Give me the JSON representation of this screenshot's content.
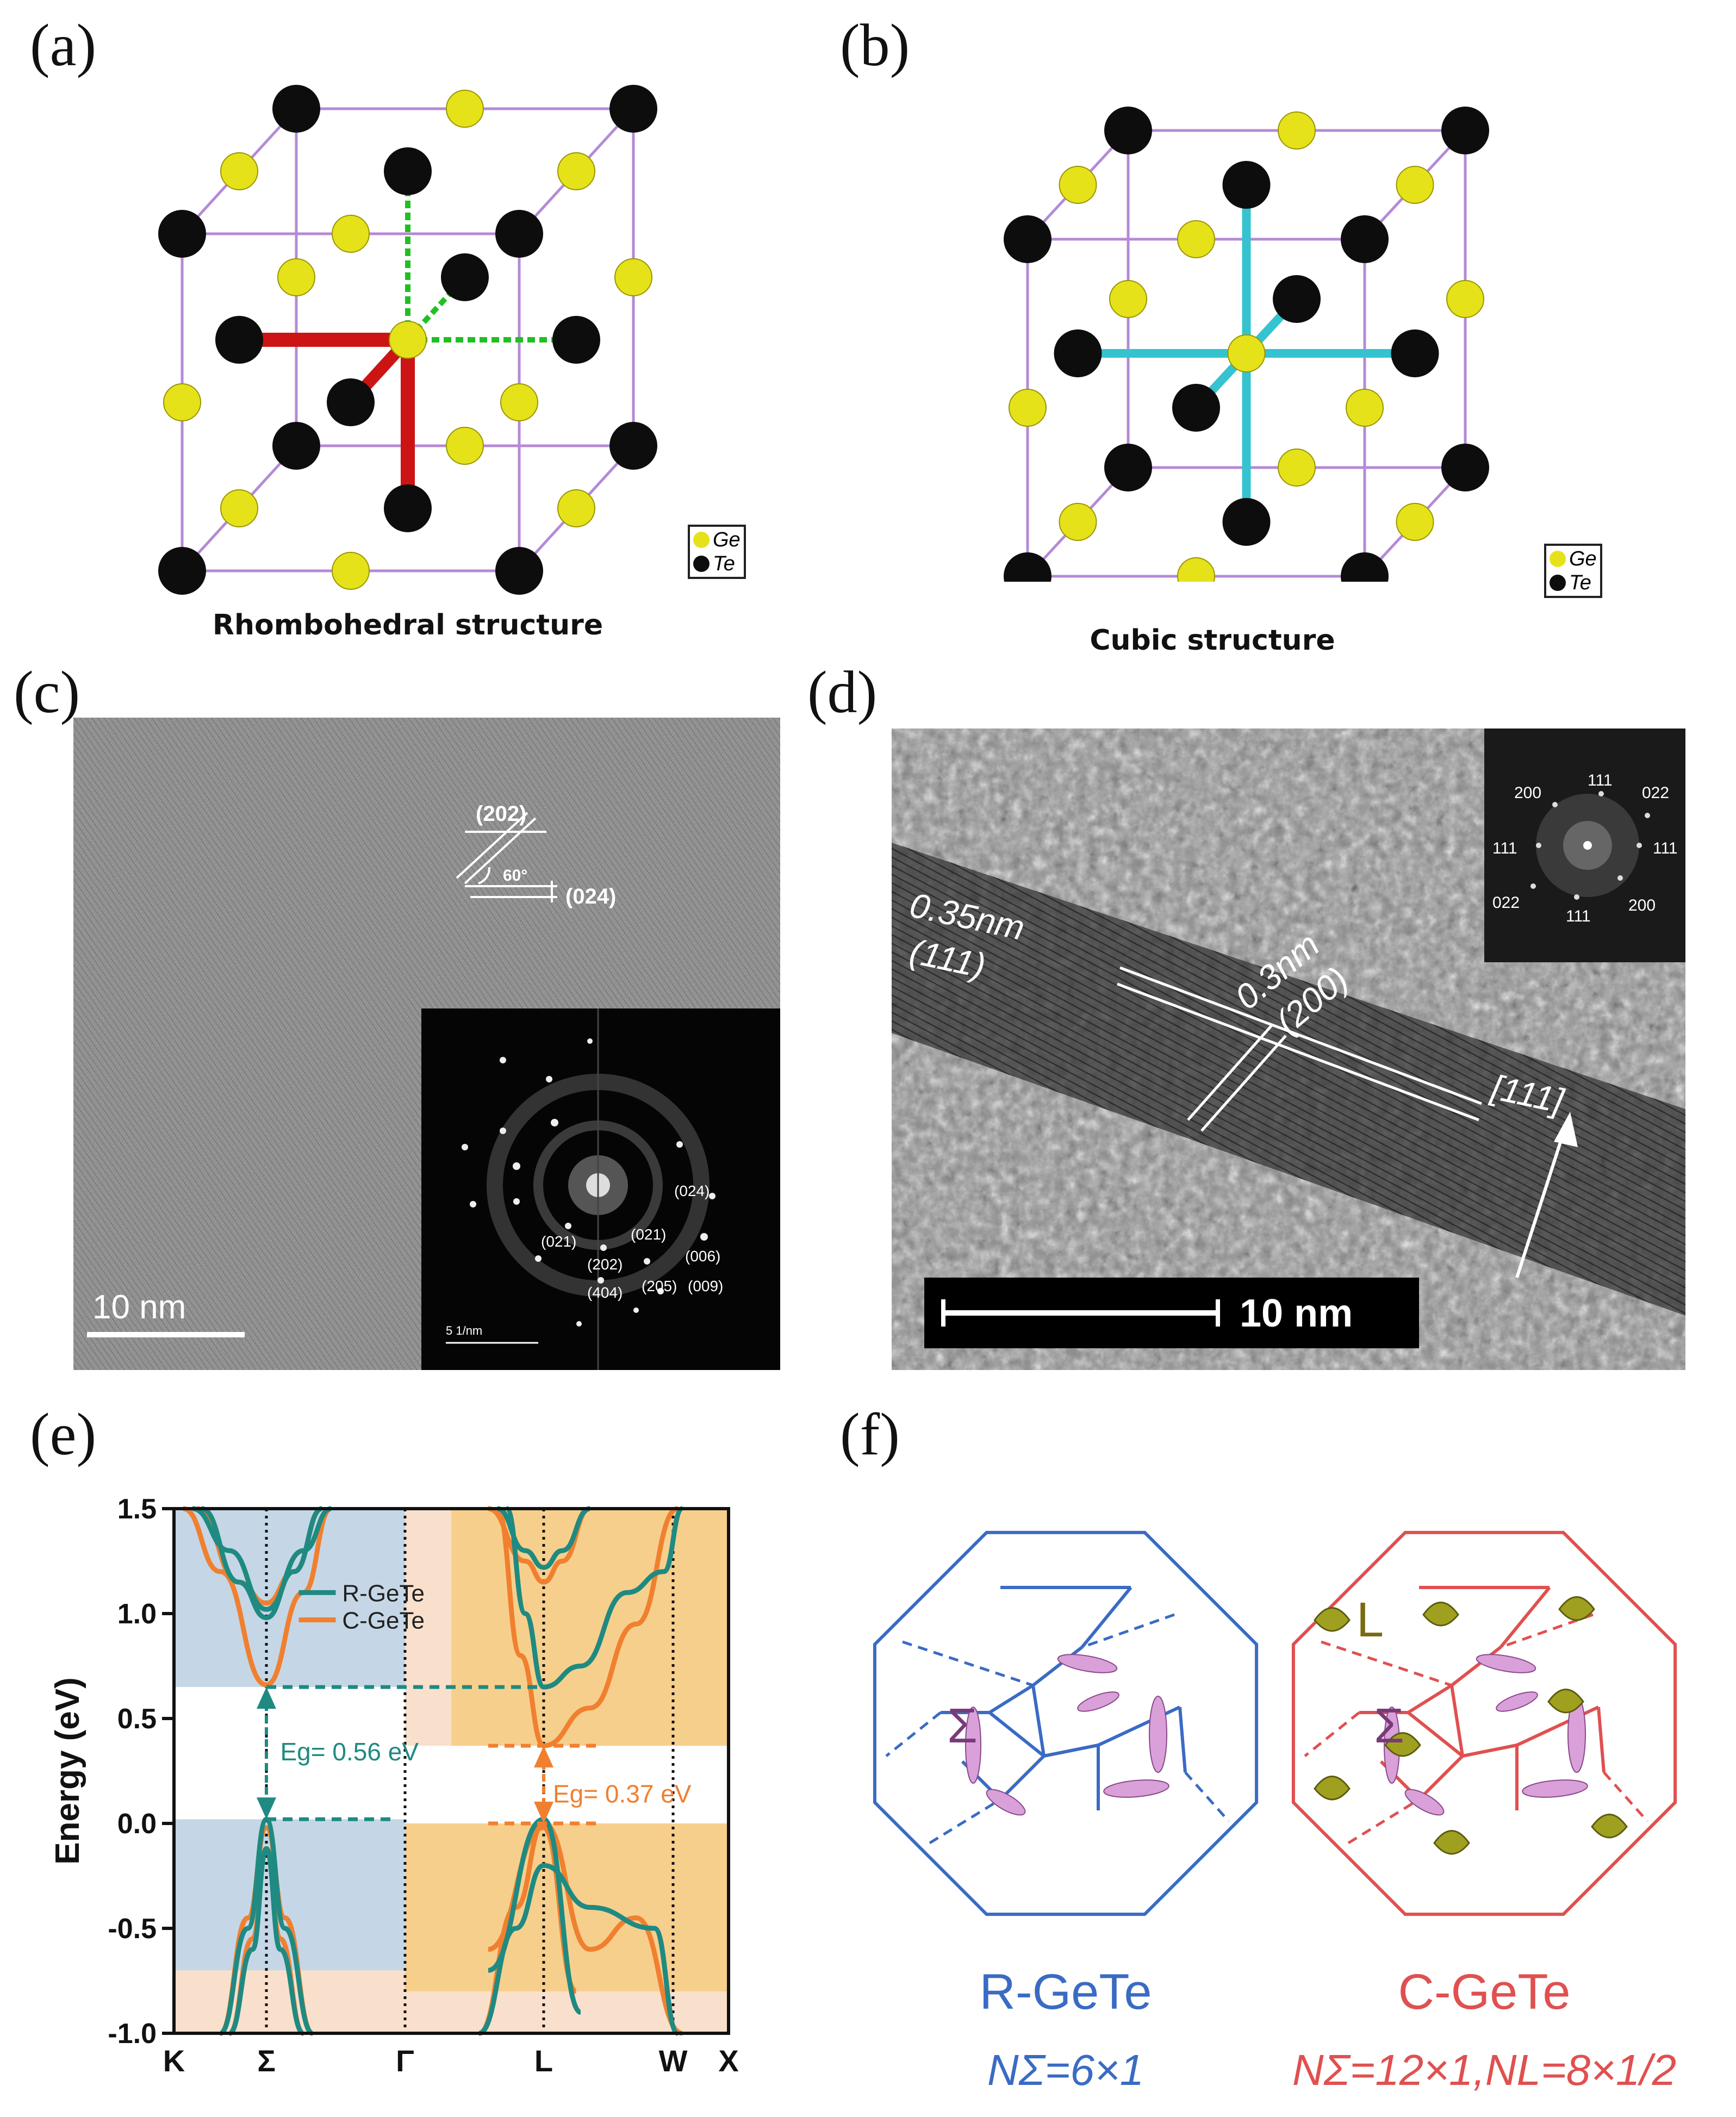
{
  "panels": {
    "a": {
      "letter": "(a)",
      "caption": "Rhombohedral structure",
      "legend": [
        "Ge",
        "Te"
      ]
    },
    "b": {
      "letter": "(b)",
      "caption": "Cubic structure",
      "legend": [
        "Ge",
        "Te"
      ]
    },
    "c": {
      "letter": "(c)",
      "planes": [
        "(202)",
        "(024)"
      ],
      "angle": "60°",
      "scalebar": "10 nm",
      "inset_scalebar": "5 1/nm",
      "spots": [
        "(024)",
        "(021)",
        "(021)",
        "(006)",
        "(202)",
        "(404)",
        "(205)",
        "(009)"
      ]
    },
    "d": {
      "letter": "(d)",
      "spacing1": "0.35nm",
      "plane1": "(111)",
      "spacing2": "0.3nm",
      "plane2": "(200)",
      "direction": "[111]",
      "scalebar": "10 nm",
      "inset_spots": [
        "200",
        "111",
        "022",
        "111",
        "111",
        "022",
        "111",
        "200"
      ]
    },
    "e": {
      "letter": "(e)"
    },
    "f": {
      "letter": "(f)",
      "bz_left_label": "R-GeTe",
      "bz_right_label": "C-GeTe",
      "sigma": "Σ",
      "L": "L",
      "left_formula": "NΣ=6×1",
      "right_formula": "NΣ=12×1,NL=8×1/2"
    }
  },
  "colors": {
    "ge": "#e6e21a",
    "te": "#0d0d0d",
    "bond_purple": "#b48ad6",
    "red_bond": "#cc1414",
    "green_bond": "#20c020",
    "cyan_bond": "#35c3d0",
    "r_gete": "#1f8a82",
    "c_gete": "#f08030",
    "bz_blue": "#3a6bc4",
    "bz_red": "#e05050"
  },
  "chart_data": {
    "type": "line",
    "title": "",
    "xlabel": "",
    "ylabel": "Energy (eV)",
    "ylim": [
      -1.0,
      1.5
    ],
    "yticks": [
      "1.5",
      "1.0",
      "0.5",
      "0.0",
      "-0.5",
      "-1.0"
    ],
    "kpoints": [
      "K",
      "Σ",
      "Γ",
      "L",
      "W",
      "X"
    ],
    "legend": [
      "R-GeTe",
      "C-GeTe"
    ],
    "gap_labels": [
      {
        "text": "Eg= 0.56 eV",
        "series": "R-GeTe",
        "value": 0.56
      },
      {
        "text": "Eg= 0.37 eV",
        "series": "C-GeTe",
        "value": 0.37
      }
    ],
    "series": [
      {
        "name": "R-GeTe",
        "bands": [
          [
            [
              0.2,
              1.5
            ],
            [
              0.6,
              1.3
            ],
            [
              1.0,
              1.02
            ],
            [
              1.4,
              1.3
            ],
            [
              1.7,
              1.5
            ]
          ],
          [
            [
              0.3,
              1.5
            ],
            [
              0.7,
              1.15
            ],
            [
              1.0,
              0.98
            ],
            [
              1.3,
              1.2
            ],
            [
              1.6,
              1.5
            ]
          ],
          [
            [
              0.5,
              -1.0
            ],
            [
              0.8,
              -0.5
            ],
            [
              1.0,
              0.02
            ],
            [
              1.2,
              -0.5
            ],
            [
              1.5,
              -1.0
            ]
          ],
          [
            [
              0.6,
              -1.0
            ],
            [
              0.85,
              -0.6
            ],
            [
              1.0,
              -0.12
            ],
            [
              1.15,
              -0.6
            ],
            [
              1.4,
              -1.0
            ]
          ],
          [
            [
              3.6,
              1.5
            ],
            [
              3.8,
              1.0
            ],
            [
              4.0,
              0.65
            ],
            [
              4.4,
              0.75
            ],
            [
              4.9,
              1.1
            ],
            [
              5.3,
              1.2
            ],
            [
              5.5,
              1.5
            ]
          ],
          [
            [
              3.5,
              1.5
            ],
            [
              3.8,
              1.3
            ],
            [
              4.0,
              1.22
            ],
            [
              4.2,
              1.3
            ],
            [
              4.5,
              1.5
            ]
          ],
          [
            [
              3.3,
              -1.0
            ],
            [
              3.7,
              -0.5
            ],
            [
              4.0,
              -0.2
            ],
            [
              4.5,
              -0.4
            ],
            [
              5.2,
              -0.5
            ],
            [
              5.45,
              -1.0
            ]
          ],
          [
            [
              3.4,
              -0.7
            ],
            [
              4.0,
              0.02
            ],
            [
              4.4,
              -0.9
            ]
          ]
        ]
      },
      {
        "name": "C-GeTe",
        "bands": [
          [
            [
              0.1,
              1.5
            ],
            [
              0.5,
              1.2
            ],
            [
              1.0,
              0.66
            ],
            [
              1.4,
              1.1
            ],
            [
              1.7,
              1.5
            ]
          ],
          [
            [
              0.25,
              1.5
            ],
            [
              0.7,
              1.15
            ],
            [
              1.0,
              1.05
            ],
            [
              1.3,
              1.2
            ],
            [
              1.6,
              1.5
            ]
          ],
          [
            [
              0.5,
              -1.0
            ],
            [
              0.8,
              -0.45
            ],
            [
              1.0,
              -0.02
            ],
            [
              1.2,
              -0.45
            ],
            [
              1.5,
              -1.0
            ]
          ],
          [
            [
              0.6,
              -1.0
            ],
            [
              0.85,
              -0.55
            ],
            [
              1.0,
              -0.12
            ],
            [
              1.15,
              -0.55
            ],
            [
              1.4,
              -1.0
            ]
          ],
          [
            [
              3.5,
              1.5
            ],
            [
              3.75,
              0.8
            ],
            [
              4.0,
              0.37
            ],
            [
              4.5,
              0.55
            ],
            [
              5.0,
              0.95
            ],
            [
              5.45,
              1.5
            ]
          ],
          [
            [
              3.4,
              1.5
            ],
            [
              3.8,
              1.25
            ],
            [
              4.0,
              1.15
            ],
            [
              4.2,
              1.25
            ],
            [
              4.5,
              1.5
            ]
          ],
          [
            [
              3.3,
              -1.0
            ],
            [
              3.7,
              -0.4
            ],
            [
              4.0,
              0.0
            ],
            [
              4.5,
              -0.6
            ],
            [
              5.0,
              -0.45
            ],
            [
              5.5,
              -1.0
            ]
          ],
          [
            [
              3.4,
              -0.6
            ],
            [
              4.0,
              -0.02
            ],
            [
              4.35,
              -0.8
            ]
          ]
        ]
      }
    ]
  }
}
